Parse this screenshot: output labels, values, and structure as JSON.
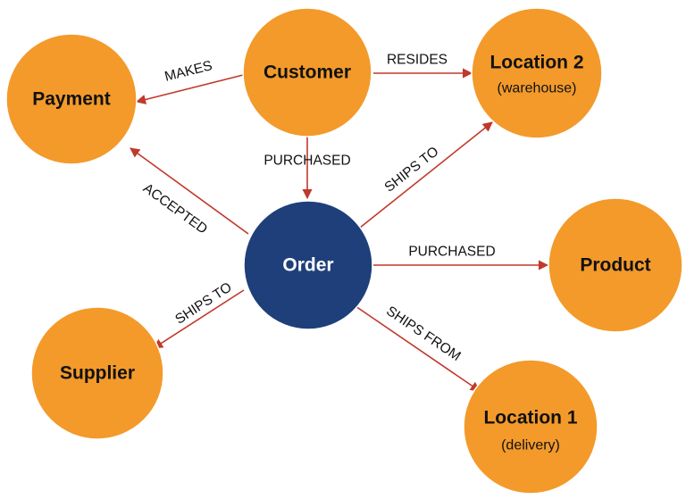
{
  "colors": {
    "node_fill": "#f39a2b",
    "center_fill": "#1f3f7a",
    "node_text": "#111111",
    "center_text": "#ffffff",
    "edge": "#c0392b"
  },
  "nodes": {
    "customer": {
      "label": "Customer",
      "sub": ""
    },
    "payment": {
      "label": "Payment",
      "sub": ""
    },
    "location2": {
      "label": "Location 2",
      "sub": "(warehouse)"
    },
    "order": {
      "label": "Order",
      "sub": ""
    },
    "product": {
      "label": "Product",
      "sub": ""
    },
    "supplier": {
      "label": "Supplier",
      "sub": ""
    },
    "location1": {
      "label": "Location 1",
      "sub": "(delivery)"
    }
  },
  "edges": {
    "makes": {
      "from": "Customer",
      "to": "Payment",
      "label": "MAKES"
    },
    "resides": {
      "from": "Customer",
      "to": "Location 2",
      "label": "RESIDES"
    },
    "purchased_customer": {
      "from": "Customer",
      "to": "Order",
      "label": "PURCHASED"
    },
    "accepted": {
      "from": "Order",
      "to": "Payment",
      "label": "ACCEPTED"
    },
    "ships_to_location": {
      "from": "Order",
      "to": "Location 2",
      "label": "SHIPS TO"
    },
    "purchased_product": {
      "from": "Order",
      "to": "Product",
      "label": "PURCHASED"
    },
    "ships_to_supplier": {
      "from": "Order",
      "to": "Supplier",
      "label": "SHIPS TO"
    },
    "ships_from": {
      "from": "Order",
      "to": "Location 1",
      "label": "SHIPS FROM"
    }
  }
}
